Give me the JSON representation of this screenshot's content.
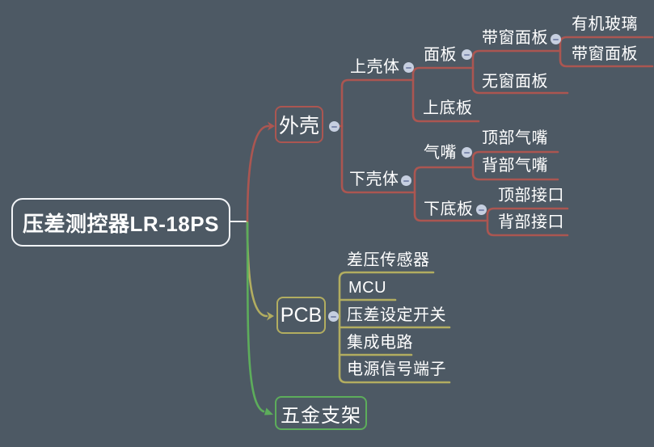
{
  "app": {
    "type": "mind-map",
    "background_color": "#4d5964"
  },
  "colors": {
    "branch_enclosure": "#ab5651",
    "branch_pcb": "#b2ad60",
    "branch_bracket": "#5dad5b",
    "root_connector": "#eef1f5",
    "toggle_fill": "#c6cfe0",
    "toggle_minus": "#7e8aae",
    "text": "#ffffff"
  },
  "tree": {
    "label": "压差测控器LR-18PS",
    "children": [
      {
        "label": "外壳",
        "children": [
          {
            "label": "上壳体",
            "children": [
              {
                "label": "面板",
                "children": [
                  {
                    "label": "带窗面板",
                    "children": [
                      {
                        "label": "有机玻璃"
                      },
                      {
                        "label": "带窗面板"
                      }
                    ]
                  },
                  {
                    "label": "无窗面板"
                  }
                ]
              },
              {
                "label": "上底板"
              }
            ]
          },
          {
            "label": "下壳体",
            "children": [
              {
                "label": "气嘴",
                "children": [
                  {
                    "label": "顶部气嘴"
                  },
                  {
                    "label": "背部气嘴"
                  }
                ]
              },
              {
                "label": "下底板",
                "children": [
                  {
                    "label": "顶部接口"
                  },
                  {
                    "label": "背部接口"
                  }
                ]
              }
            ]
          }
        ]
      },
      {
        "label": "PCB",
        "children": [
          {
            "label": "差压传感器"
          },
          {
            "label": "MCU"
          },
          {
            "label": "压差设定开关"
          },
          {
            "label": "集成电路"
          },
          {
            "label": "电源信号端子"
          }
        ]
      },
      {
        "label": "五金支架",
        "children": []
      }
    ]
  }
}
